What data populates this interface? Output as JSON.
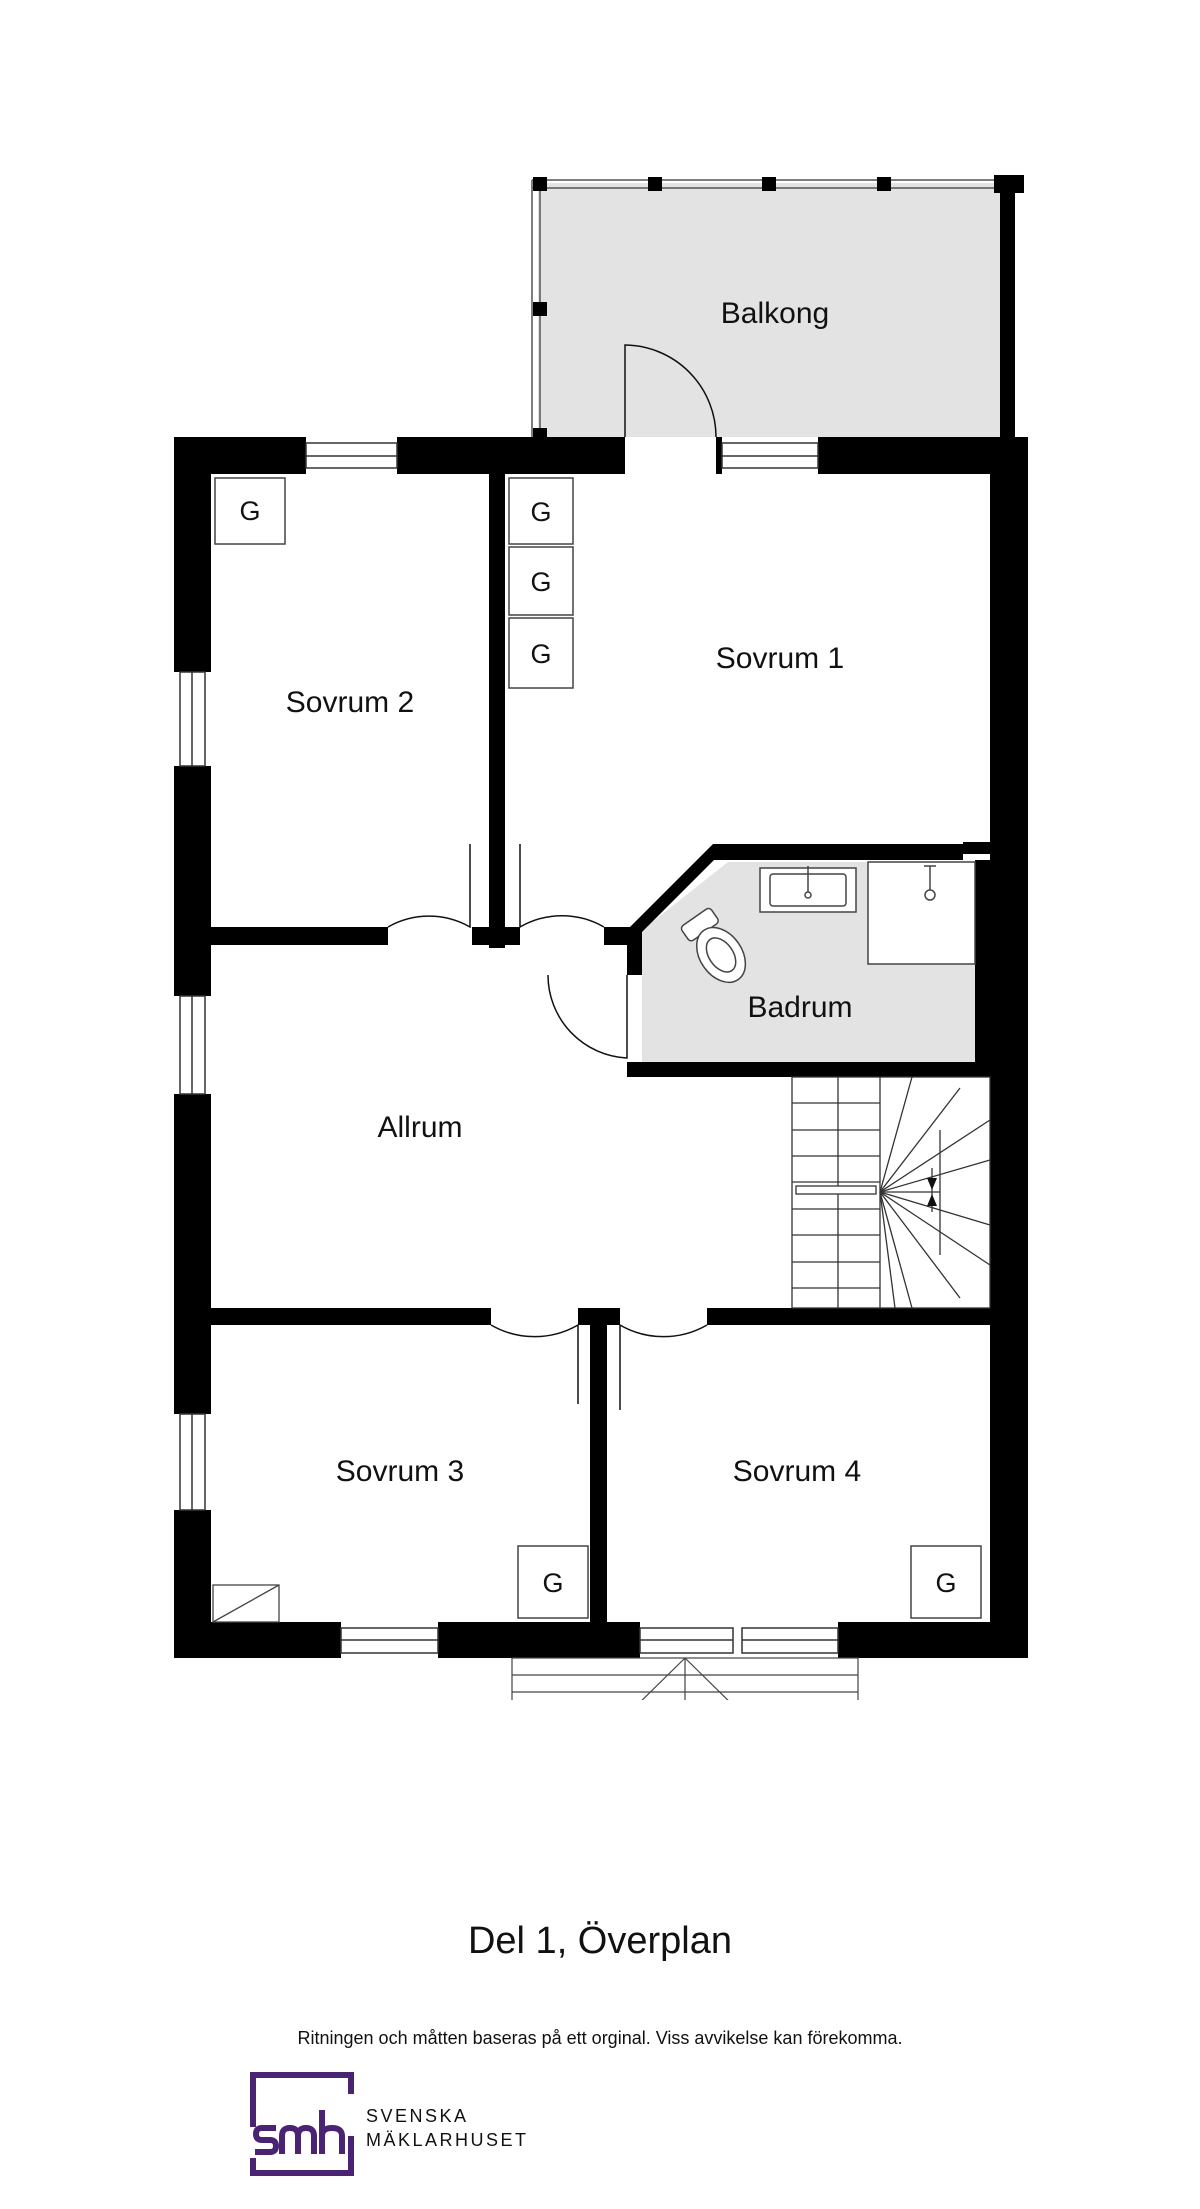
{
  "rooms": {
    "balcony": "Balkong",
    "bedroom1": "Sovrum 1",
    "bedroom2": "Sovrum 2",
    "bathroom": "Badrum",
    "allrum": "Allrum",
    "bedroom3": "Sovrum 3",
    "bedroom4": "Sovrum 4"
  },
  "wardrobe_label": "G",
  "title": "Del 1, Överplan",
  "disclaimer": "Ritningen och måtten baseras på ett orginal. Viss avvikelse kan förekomma.",
  "brand": {
    "logo_text": "smh",
    "line1": "SVENSKA",
    "line2": "MÄKLARHUSET"
  },
  "colors": {
    "wall": "#000000",
    "wet_area": "#e3e3e3",
    "balcony": "#e3e3e3",
    "brand": "#4a2373"
  }
}
